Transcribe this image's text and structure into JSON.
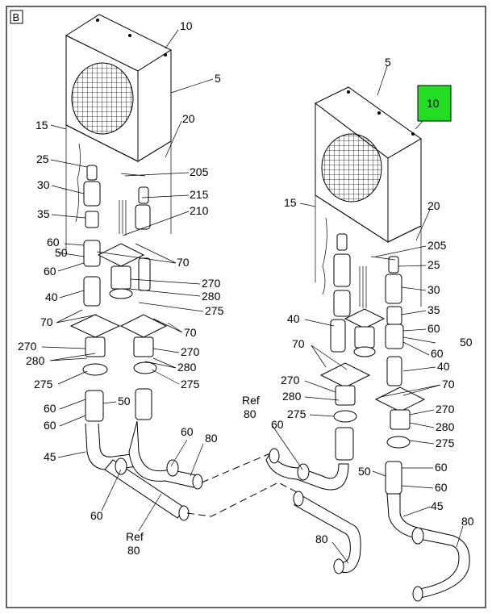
{
  "frame_label": "B",
  "highlight_color": "#22dd22",
  "callouts": {
    "left": {
      "c10": "10",
      "c5": "5",
      "c15": "15",
      "c20": "20",
      "c25": "25",
      "c30": "30",
      "c205": "205",
      "c215": "215",
      "c35": "35",
      "c210": "210",
      "c60a": "60",
      "c50a": "50",
      "c60b": "60",
      "c70a": "70",
      "c270a": "270",
      "c280a": "280",
      "c40": "40",
      "c275a": "275",
      "c70b": "70",
      "c70c": "70",
      "c270b": "270",
      "c270c": "270",
      "c280b": "280",
      "c280c": "280",
      "c275b": "275",
      "c275c": "275",
      "c60c": "60",
      "c50b": "50",
      "c60d": "60",
      "c60e": "60",
      "c80a": "80",
      "c45": "45",
      "c60f": "60",
      "ref": "Ref",
      "c80ref": "80"
    },
    "right": {
      "c5": "5",
      "c10": "10",
      "c15": "15",
      "c20": "20",
      "c205": "205",
      "c25": "25",
      "c30": "30",
      "c40": "40",
      "c35": "35",
      "c60a": "60",
      "c70a": "70",
      "c60b": "60",
      "c50a": "50",
      "c40b": "40",
      "c270a": "270",
      "c70b": "70",
      "c280a": "280",
      "c275a": "275",
      "c60c": "60",
      "ref": "Ref",
      "c80ref": "80",
      "c270b": "270",
      "c280b": "280",
      "c275b": "275",
      "c50b": "50",
      "c60d": "60",
      "c60e": "60",
      "c45": "45",
      "c80a": "80",
      "c80b": "80"
    }
  }
}
